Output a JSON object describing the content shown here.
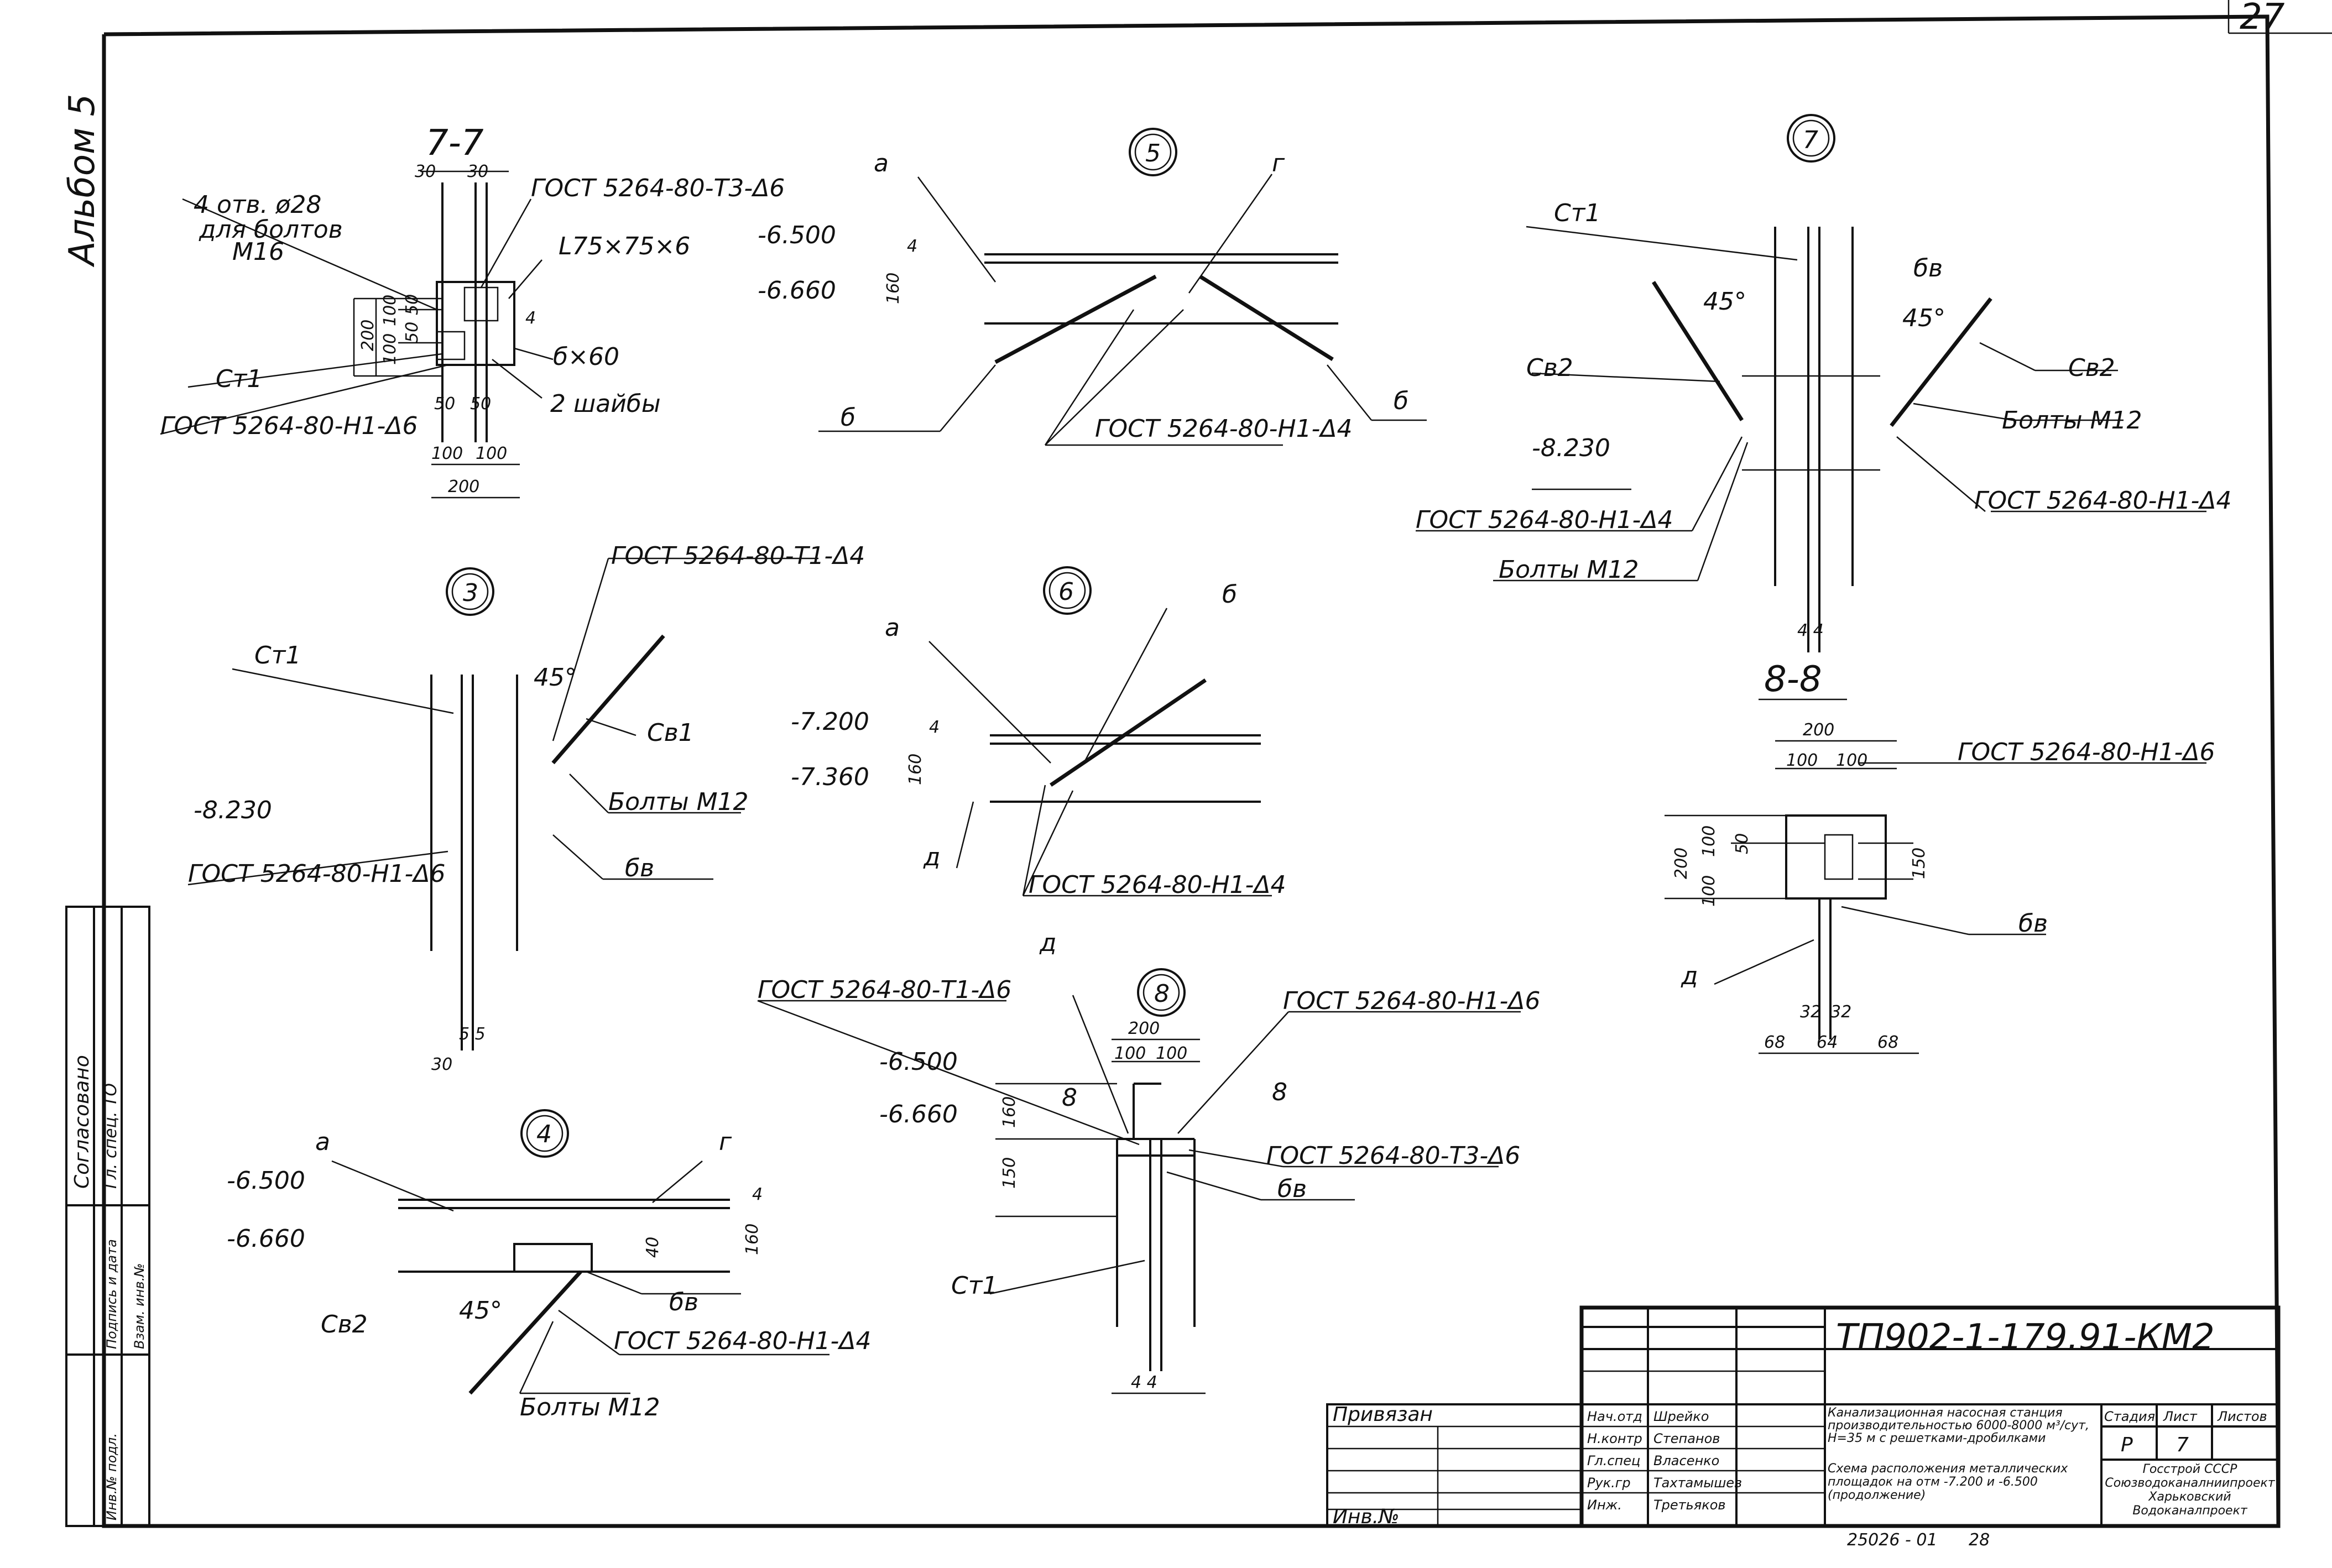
{
  "sheet": {
    "page_number": "27",
    "album": "Альбом 5",
    "agreed_stamp": "Согласовано",
    "agreed_sub": "Гл. спец. ТО",
    "code": "ТП902-1-179.91-КМ2",
    "bottom_number": "25026 - 01",
    "bottom_page": "28"
  },
  "side_columns": [
    "Инв.№ подл.",
    "Подпись и дата",
    "Взам. инв.№"
  ],
  "title_block": {
    "privyazan": "Привязан",
    "inv_no": "Инв.№",
    "roles": [
      "Нач.отд",
      "Н.контр",
      "Гл.спец",
      "Рук.гр",
      "Инж."
    ],
    "names": [
      "Шрейко",
      "Степанов",
      "Власенко",
      "Тахтамышев",
      "Третьяков"
    ],
    "project_title": "Канализационная насосная станция производительностью 6000-8000 м³/сут, Н=35 м с решетками-дробилками",
    "sheet_title": "Схема расположения металлических площадок на отм -7.200 и -6.500 (продолжение)",
    "col_stage": "Стадия",
    "col_sheet": "Лист",
    "col_sheets": "Листов",
    "stage": "Р",
    "sheet_no": "7",
    "org": "Госстрой СССР Союзводоканалниипроект Харьковский Водоканалпроект"
  },
  "details": {
    "s77": {
      "title": "7-7",
      "hole_note": "4 отв. ø28",
      "hole_note2": "для болтов",
      "hole_note3": "М16",
      "gost_t3": "ГОСТ 5264-80-Т3-Δ6",
      "angle": "L75×75×6",
      "plate": "б×60",
      "washers": "2 шайбы",
      "st1": "Ст1",
      "gost_n1": "ГОСТ 5264-80-Н1-Δ6",
      "dims": [
        "30",
        "30",
        "200",
        "100",
        "100",
        "50",
        "50",
        "4",
        "50",
        "50",
        "100",
        "100",
        "200"
      ]
    },
    "d5": {
      "num": "5",
      "a": "а",
      "g": "г",
      "b1": "б",
      "b2": "б",
      "lvl1": "-6.500",
      "lvl2": "-6.660",
      "d160": "160",
      "d4": "4",
      "gost": "ГОСТ 5264-80-Н1-Δ4"
    },
    "d7": {
      "num": "7",
      "st1": "Ст1",
      "angle": "45°",
      "angle2": "45°",
      "bv": "бв",
      "sv2a": "Св2",
      "sv2b": "Св2",
      "bolts1": "Болты М12",
      "bolts2": "Болты М12",
      "lvl": "-8.230",
      "gost1": "ГОСТ 5264-80-Н1-Δ4",
      "gost2": "ГОСТ 5264-80-Н1-Δ4",
      "d44": "4  4"
    },
    "d3": {
      "num": "3",
      "gost_t1": "ГОСТ 5264-80-Т1-Δ4",
      "st1": "Ст1",
      "angle": "45°",
      "sv1": "Св1",
      "bolts": "Болты М12",
      "lvl": "-8.230",
      "gost_n1": "ГОСТ 5264-80-Н1-Δ6",
      "bv": "бв",
      "d55": "5  5",
      "d30": "30"
    },
    "d6": {
      "num": "6",
      "a": "а",
      "b": "б",
      "lvl1": "-7.200",
      "lvl2": "-7.360",
      "d4": "4",
      "d160": "160",
      "d": "д",
      "gost": "ГОСТ 5264-80-Н1-Δ4"
    },
    "s88": {
      "title": "8-8",
      "d200": "200",
      "d100a": "100",
      "d100b": "100",
      "gost": "ГОСТ 5264-80-Н1-Δ6",
      "d200v": "200",
      "d100v1": "100",
      "d100v2": "100",
      "d50": "50",
      "d150": "150",
      "bv": "бв",
      "d": "д",
      "bottom": [
        "68",
        "32",
        "32",
        "64",
        "68"
      ]
    },
    "d8": {
      "num": "8",
      "gost_t1": "ГОСТ 5264-80-Т1-Δ6",
      "d": "д",
      "gost_n1": "ГОСТ 5264-80-Н1-Δ6",
      "d200": "200",
      "d100a": "100",
      "d100b": "100",
      "lvl1": "-6.500",
      "lvl2": "-6.660",
      "d160": "160",
      "d150": "150",
      "sec": "8",
      "sec2": "8",
      "gost_t3": "ГОСТ 5264-80-Т3-Δ6",
      "bv": "бв",
      "st1": "Ст1",
      "d44": "4  4"
    },
    "d4": {
      "num": "4",
      "a": "а",
      "g": "г",
      "lvl1": "-6.500",
      "lvl2": "-6.660",
      "d4": "4",
      "d160": "160",
      "d40": "40",
      "sv2": "Св2",
      "angle": "45°",
      "bv": "бв",
      "gost": "ГОСТ 5264-80-Н1-Δ4",
      "bolts": "Болты М12"
    }
  }
}
